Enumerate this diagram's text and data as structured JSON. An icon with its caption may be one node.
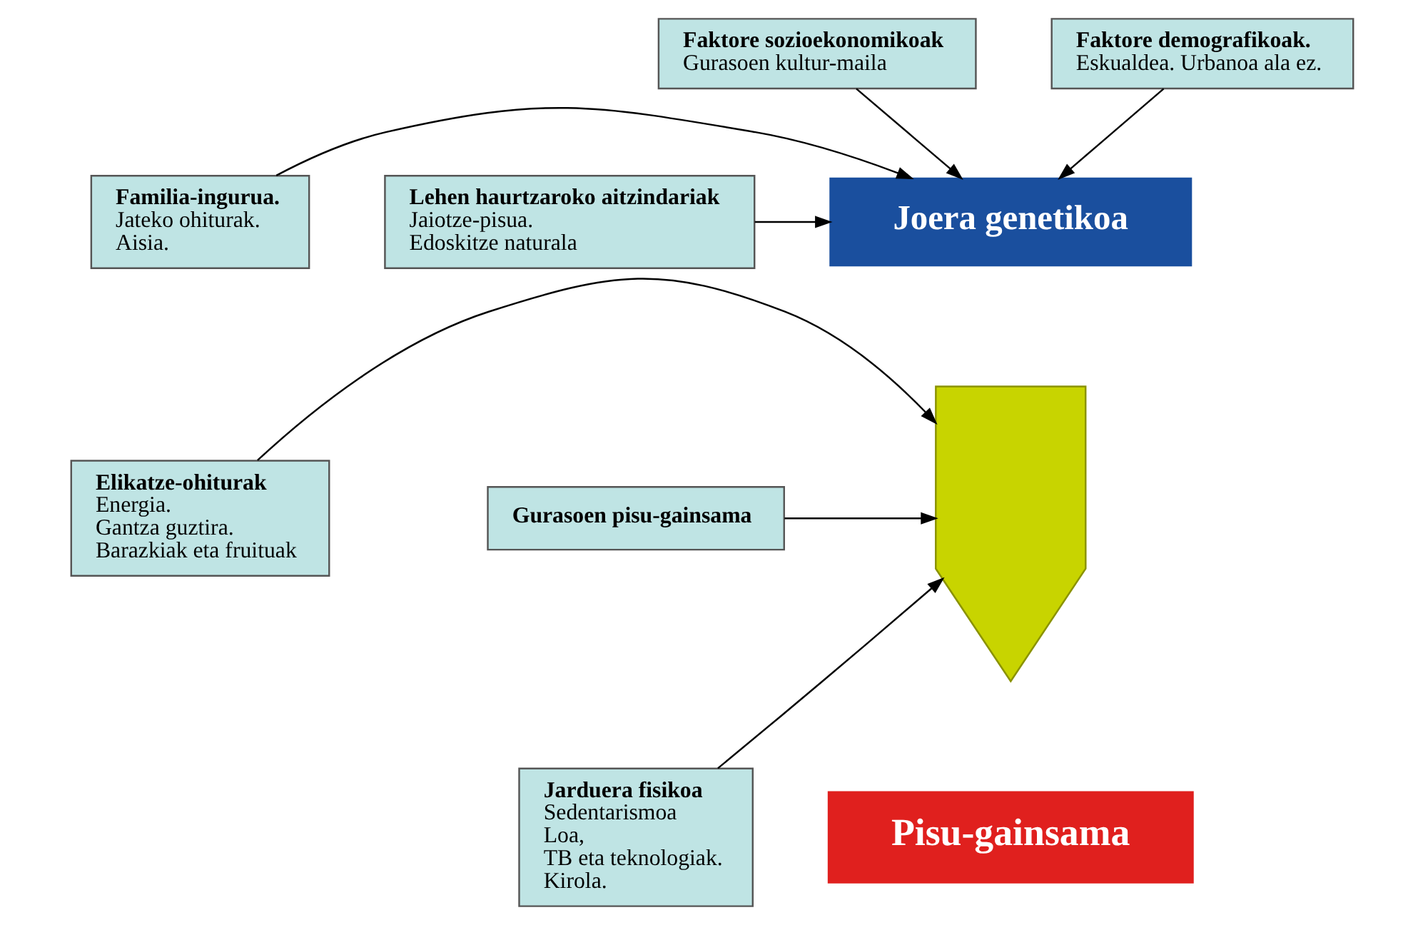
{
  "diagram": {
    "nodes": [
      {
        "text": [
          "Faktore sozioekonomikoak",
          "Gurasoen kultur-maila"
        ]
      },
      {
        "text": [
          "Faktore demografikoak.",
          "Eskualdea. Urbanoa ala ez."
        ]
      },
      {
        "text": [
          "Familia-ingurua.",
          "Jateko ohiturak.",
          "Aisia."
        ]
      },
      {
        "text": [
          "Joera genetikoa"
        ]
      },
      {
        "text": [
          "Lehen haurtzaroko aitzindariak",
          "Jaiotze-pisua.",
          "Edoskitze naturala"
        ]
      },
      {
        "text": [],
        "shape": "arrow"
      },
      {
        "text": [
          "Gurasoen pisu-gainsama"
        ]
      },
      {
        "text": [
          "Elikatze-ohiturak",
          "Energia.",
          "Gantza guztira.",
          "Barazkiak eta fruituak"
        ]
      },
      {
        "text": [
          "Jarduera fisikoa",
          "Sedentarismoa",
          "Loa,",
          "TB eta teknologiak.",
          "Kirola."
        ]
      },
      {
        "text": [
          "Pisu-gainsama"
        ]
      }
    ],
    "edges": [
      {
        "from": 0,
        "to": 3,
        "arrow": "to"
      },
      {
        "from": 1,
        "to": 3,
        "arrow": "to"
      },
      {
        "from": 2,
        "to": 3,
        "arrow": "to"
      },
      {
        "from": 4,
        "to": 3,
        "arrow": "to"
      },
      {
        "from": 6,
        "to": 5,
        "arrow": "to"
      },
      {
        "from": 7,
        "to": 5,
        "arrow": "to"
      },
      {
        "from": 8,
        "to": 5,
        "arrow": "to"
      }
    ]
  }
}
